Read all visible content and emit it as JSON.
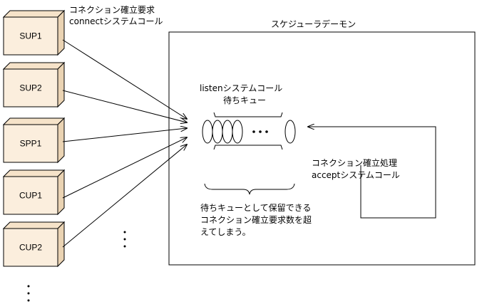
{
  "connect_label": {
    "line1": "コネクション確立要求",
    "line2": "connectシステムコール"
  },
  "daemon": {
    "title": "スケジューラデーモン"
  },
  "listen_label": {
    "line1": "listenシステムコール",
    "line2": "待ちキュー"
  },
  "accept_label": {
    "line1": "コネクション確立処理",
    "line2": "acceptシステムコール"
  },
  "overflow_note": {
    "line1": "待ちキューとして保留できる",
    "line2": "コネクション確立要求数を超",
    "line3": "えてしまう。"
  },
  "processes": [
    {
      "label": "SUP1"
    },
    {
      "label": "SUP2"
    },
    {
      "label": "SPP1"
    },
    {
      "label": "CUP1"
    },
    {
      "label": "CUP2"
    }
  ],
  "colors": {
    "box_face": "#fbeedd",
    "box_top": "#f6e3c9",
    "box_side": "#ead3b3",
    "stroke": "#000000"
  }
}
